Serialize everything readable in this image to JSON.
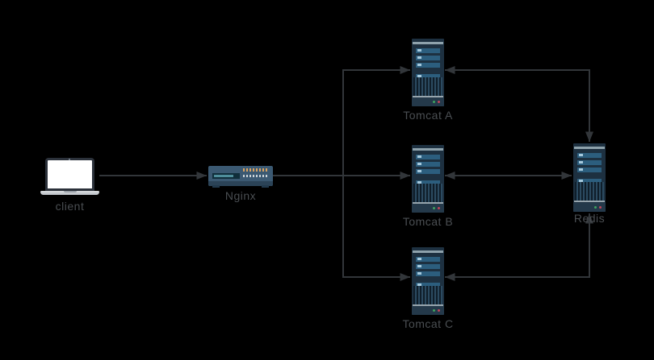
{
  "diagram": {
    "background_color": "#000000",
    "connector_color": "#32363a",
    "label_color": "#4a4e52",
    "nodes": [
      {
        "id": "client",
        "type": "laptop",
        "label": "client"
      },
      {
        "id": "nginx",
        "type": "router",
        "label": "Nginx"
      },
      {
        "id": "tomcat_a",
        "type": "server",
        "label": "Tomcat A"
      },
      {
        "id": "tomcat_b",
        "type": "server",
        "label": "Tomcat B"
      },
      {
        "id": "tomcat_c",
        "type": "server",
        "label": "Tomcat C"
      },
      {
        "id": "redis",
        "type": "server",
        "label": "Redis"
      }
    ],
    "edges": [
      {
        "from": "client",
        "to": "nginx",
        "direction": "one-way"
      },
      {
        "from": "nginx",
        "to": "tomcat_a",
        "direction": "one-way"
      },
      {
        "from": "nginx",
        "to": "tomcat_b",
        "direction": "one-way"
      },
      {
        "from": "nginx",
        "to": "tomcat_c",
        "direction": "one-way"
      },
      {
        "from": "tomcat_a",
        "to": "redis",
        "direction": "two-way"
      },
      {
        "from": "tomcat_b",
        "to": "redis",
        "direction": "two-way"
      },
      {
        "from": "tomcat_c",
        "to": "redis",
        "direction": "two-way"
      }
    ],
    "icon_colors": {
      "server_body": "#1d3040",
      "server_bar": "#2c5e7e",
      "server_bar_notch": "#a6cade",
      "server_trim": "#8ea2ac",
      "server_led_green": "#3fa35f",
      "server_led_red": "#c0455a",
      "router_body": "#3b5972",
      "router_screen": "#102e3b",
      "router_screen_bar": "#4f8e9b",
      "router_led_orange": "#d9a361",
      "router_led_white": "#ccd4d9",
      "laptop_frame": "#2b313a",
      "laptop_screen": "#ffffff",
      "laptop_base": "#c9ced3"
    }
  }
}
